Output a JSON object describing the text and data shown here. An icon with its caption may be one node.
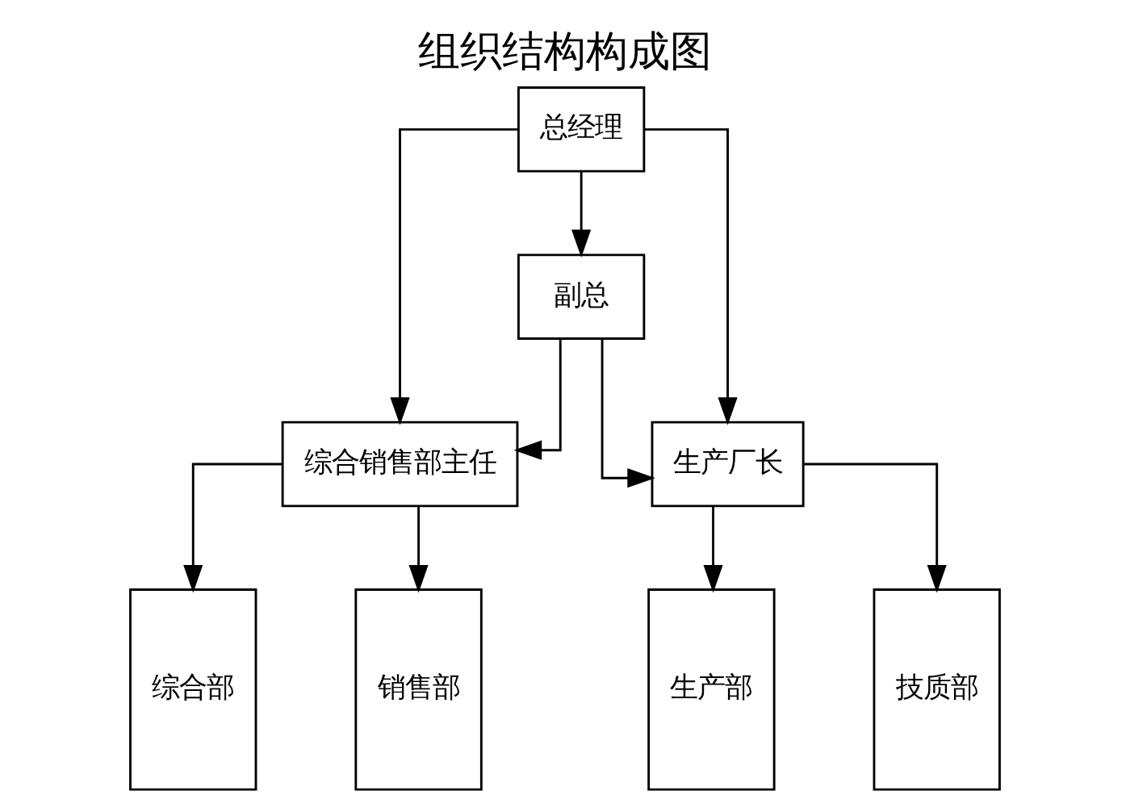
{
  "diagram": {
    "title": "组织结构构成图",
    "nodes": [
      {
        "text": [
          "总经理"
        ]
      },
      {
        "text": [
          "副总"
        ]
      },
      {
        "text": [
          "综合销售部主任"
        ]
      },
      {
        "text": [
          "生产厂长"
        ]
      },
      {
        "text": [
          "综合部"
        ]
      },
      {
        "text": [
          "销售部"
        ]
      },
      {
        "text": [
          "生产部"
        ]
      },
      {
        "text": [
          "技质部"
        ]
      }
    ],
    "edges": [
      {
        "from": 0,
        "to": 1,
        "arrow": "to"
      },
      {
        "from": 0,
        "to": 2,
        "arrow": "to"
      },
      {
        "from": 0,
        "to": 3,
        "arrow": "to"
      },
      {
        "from": 1,
        "to": 2,
        "arrow": "to"
      },
      {
        "from": 1,
        "to": 3,
        "arrow": "to"
      },
      {
        "from": 2,
        "to": 4,
        "arrow": "to"
      },
      {
        "from": 2,
        "to": 5,
        "arrow": "to"
      },
      {
        "from": 3,
        "to": 6,
        "arrow": "to"
      },
      {
        "from": 3,
        "to": 7,
        "arrow": "to"
      }
    ]
  }
}
